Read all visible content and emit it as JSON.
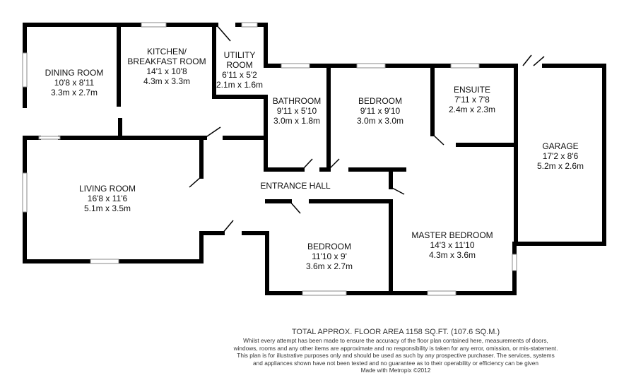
{
  "rooms": [
    {
      "name": "DINING ROOM",
      "imperial": "10'8 x 8'11",
      "metric": "3.3m x 2.7m"
    },
    {
      "name": "KITCHEN/",
      "name2": "BREAKFAST ROOM",
      "imperial": "14'1 x 10'8",
      "metric": "4.3m x 3.3m"
    },
    {
      "name": "UTILITY",
      "name2": "ROOM",
      "imperial": "6'11 x 5'2",
      "metric": "2.1m x 1.6m"
    },
    {
      "name": "BATHROOM",
      "imperial": "9'11 x 5'10",
      "metric": "3.0m x 1.8m"
    },
    {
      "name": "BEDROOM",
      "imperial": "9'11 x 9'10",
      "metric": "3.0m x 3.0m"
    },
    {
      "name": "ENSUITE",
      "imperial": "7'11 x 7'8",
      "metric": "2.4m x 2.3m"
    },
    {
      "name": "GARAGE",
      "imperial": "17'2 x 8'6",
      "metric": "5.2m x 2.6m"
    },
    {
      "name": "LIVING ROOM",
      "imperial": "16'8 x 11'6",
      "metric": "5.1m x 3.5m"
    },
    {
      "name": "ENTRANCE HALL"
    },
    {
      "name": "BEDROOM",
      "imperial": "11'10 x 9'",
      "metric": "3.6m x 2.7m"
    },
    {
      "name": "MASTER BEDROOM",
      "imperial": "14'3 x 11'10",
      "metric": "4.3m x 3.6m"
    }
  ],
  "footer": {
    "total": "TOTAL APPROX. FLOOR AREA 1158 SQ.FT. (107.6 SQ.M.)",
    "disclaimer": "Whilst every attempt has been made to ensure the accuracy of the floor plan contained here, measurements of doors, windows, rooms and any other items are approximate and no responsibility is taken for any error, omission, or mis-statement. This plan is for illustrative purposes only and should be used as such by any prospective purchaser. The services, systems and appliances shown have not been tested and no guarantee as to their operability or efficiency can be given",
    "credit": "Made with Metropix ©2012"
  }
}
